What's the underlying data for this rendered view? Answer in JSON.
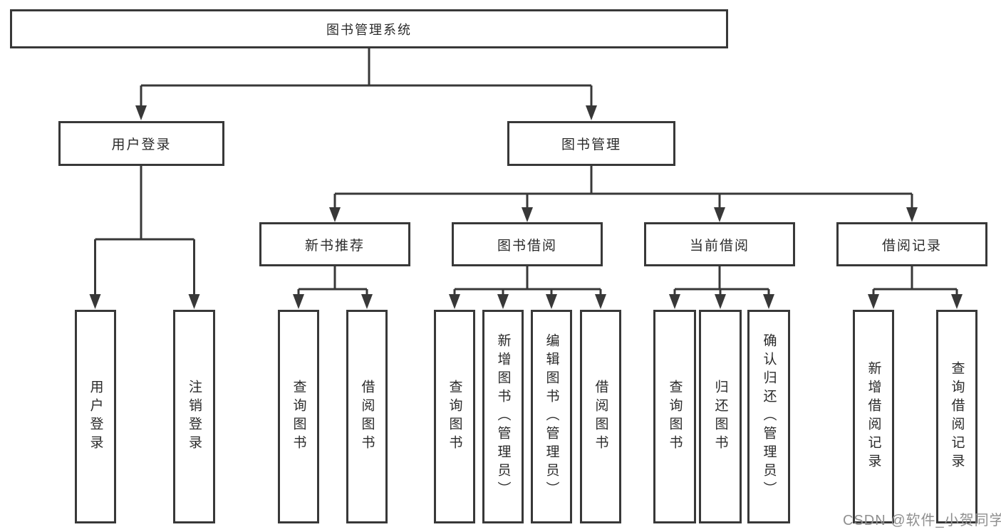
{
  "colors": {
    "line": "#383838",
    "text": "#2b2b2b",
    "watermark": "#8f8f8f",
    "background": "#ffffff"
  },
  "watermark": {
    "text": "CSDN @软件_小贺同学"
  },
  "tree": {
    "label": "图书管理系统",
    "children": [
      {
        "label": "用户登录",
        "children": [
          {
            "label": "用户登录"
          },
          {
            "label": "注销登录"
          }
        ]
      },
      {
        "label": "图书管理",
        "children": [
          {
            "label": "新书推荐",
            "children": [
              {
                "label": "查询图书"
              },
              {
                "label": "借阅图书"
              }
            ]
          },
          {
            "label": "图书借阅",
            "children": [
              {
                "label": "查询图书"
              },
              {
                "label": "新增图书（管理员）"
              },
              {
                "label": "编辑图书（管理员）"
              },
              {
                "label": "借阅图书"
              }
            ]
          },
          {
            "label": "当前借阅",
            "children": [
              {
                "label": "查询图书"
              },
              {
                "label": "归还图书"
              },
              {
                "label": "确认归还（管理员）"
              }
            ]
          },
          {
            "label": "借阅记录",
            "children": [
              {
                "label": "新增借阅记录"
              },
              {
                "label": "查询借阅记录"
              }
            ]
          }
        ]
      }
    ]
  }
}
